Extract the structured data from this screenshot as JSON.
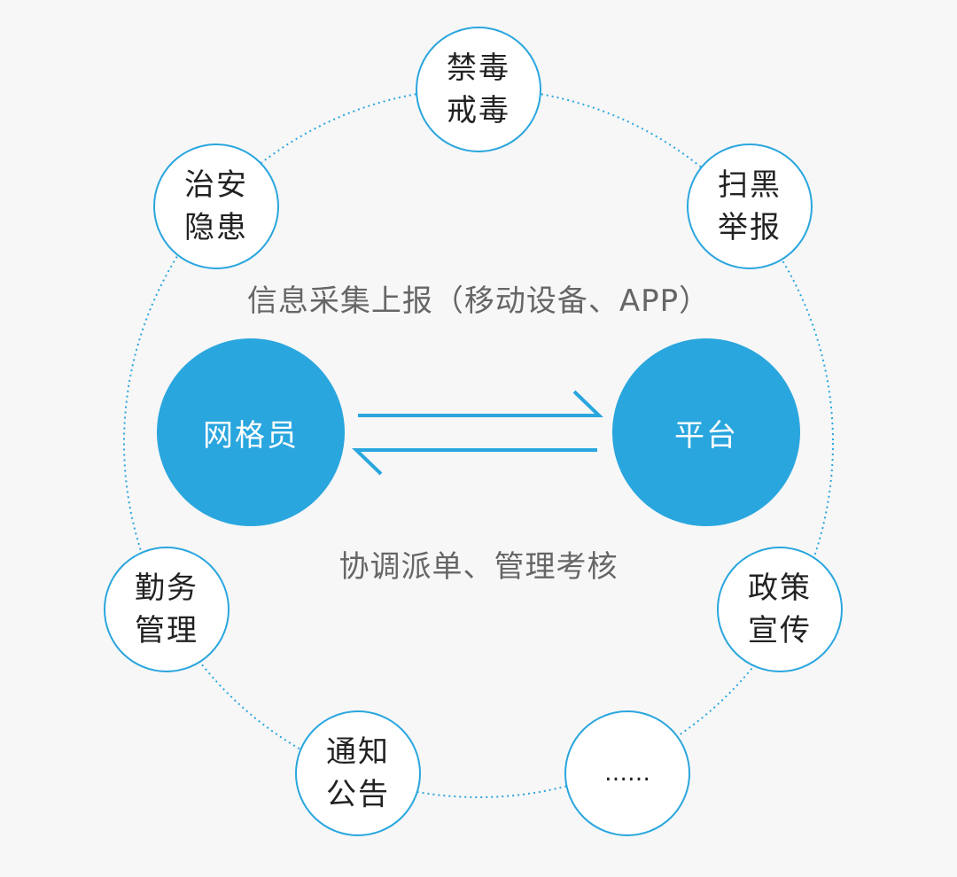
{
  "colors": {
    "accent": "#2aa6de",
    "background": "#f7f7f7",
    "text": "#222222",
    "caption": "#666666"
  },
  "hubs": {
    "left": "网格员",
    "right": "平台"
  },
  "captions": {
    "top": "信息采集上报（移动设备、APP）",
    "bottom": "协调派单、管理考核"
  },
  "nodes": {
    "drug": {
      "line1": "禁毒",
      "line2": "戒毒"
    },
    "gang": {
      "line1": "扫黑",
      "line2": "举报"
    },
    "security": {
      "line1": "治安",
      "line2": "隐患"
    },
    "duty": {
      "line1": "勤务",
      "line2": "管理"
    },
    "policy": {
      "line1": "政策",
      "line2": "宣传"
    },
    "notice": {
      "line1": "通知",
      "line2": "公告"
    },
    "more": {
      "line1": "……"
    }
  }
}
